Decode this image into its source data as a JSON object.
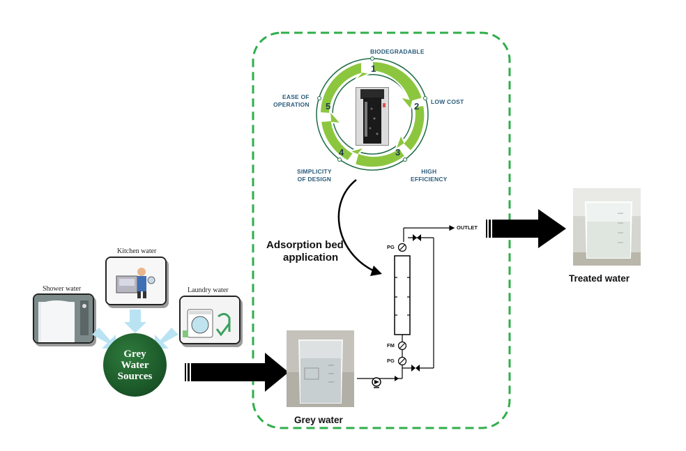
{
  "sources": {
    "kitchen": "Kitchen water",
    "shower": "Shower water",
    "laundry": "Laundry water",
    "center": [
      "Grey",
      "Water",
      "Sources"
    ]
  },
  "cycle": {
    "numbers": [
      "1",
      "2",
      "3",
      "4",
      "5"
    ],
    "benefits": {
      "biodegradable": "BIODEGRADABLE",
      "low_cost": "LOW COST",
      "high_efficiency": [
        "HIGH",
        "EFFICIENCY"
      ],
      "simplicity": [
        "SIMPLICITY",
        "OF DESIGN"
      ],
      "ease": [
        "EASE OF",
        "OPERATION"
      ]
    }
  },
  "process": {
    "adsorption_label": [
      "Adsorption bed",
      "application"
    ],
    "outlet": "OUTLET",
    "pg_top": "PG",
    "fm": "FM",
    "pg_bottom": "PG"
  },
  "labels": {
    "grey_water": "Grey water",
    "treated_water": "Treated water"
  },
  "colors": {
    "dashed_border": "#2fae4a",
    "ring_green": "#8cc63f",
    "ring_outline": "#1e6b46",
    "sources_circle": "#1c5a2a",
    "benefit_text": "#2b5c7a",
    "source_arrow": "#b9e3f3"
  }
}
